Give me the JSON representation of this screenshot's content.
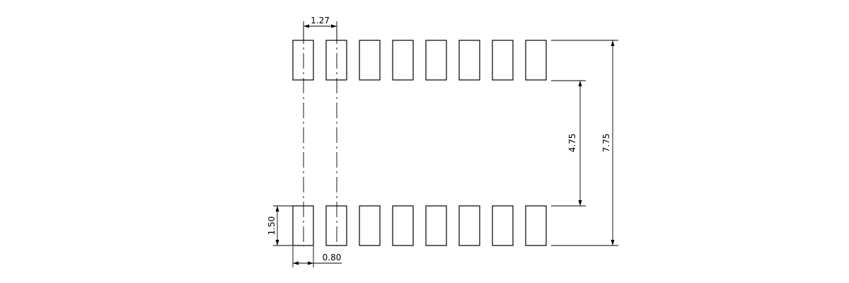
{
  "drawing": {
    "footprint": {
      "pins_per_row": 8,
      "rows": 2,
      "pitch_mm": 1.27,
      "pad_width_mm": 0.8,
      "pad_length_mm": 1.5,
      "row_span_outer_mm": 7.75,
      "row_gap_inner_mm": 4.75
    },
    "dimensions": {
      "pitch": "1.27",
      "pad_width": "0.80",
      "pad_length": "1.50",
      "inner_gap": "4.75",
      "outer_span": "7.75"
    }
  }
}
